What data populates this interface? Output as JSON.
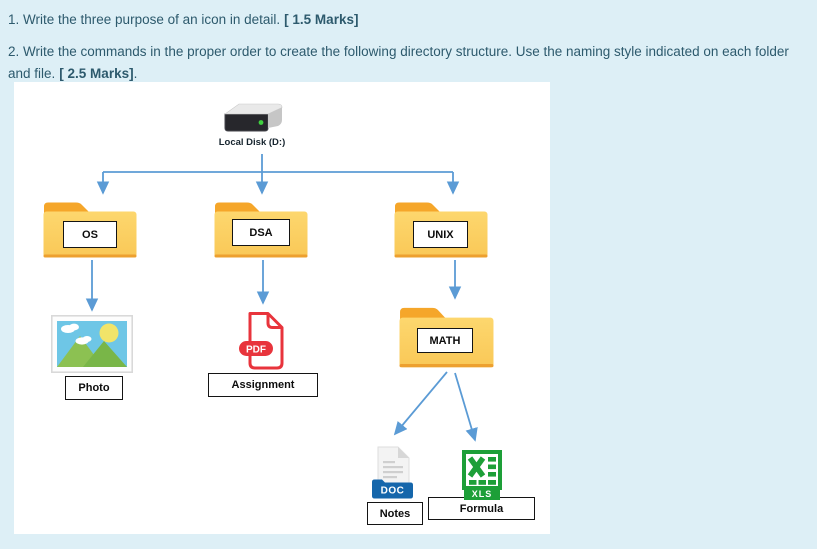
{
  "questions": [
    {
      "lead": "1. Write the three purpose of an icon in detail.",
      "marks": "[ 1.5 Marks]",
      "tail": ""
    },
    {
      "lead": "2. Write the commands in the proper order to create the following directory structure. Use the naming style indicated on each folder and file.",
      "marks": "[ 2.5 Marks]",
      "tail": "."
    }
  ],
  "diagram": {
    "root_label": "Local Disk (D:)",
    "folders": {
      "os": "OS",
      "dsa": "DSA",
      "unix": "UNIX",
      "math": "MATH"
    },
    "files": {
      "photo": "Photo",
      "assignment": "Assignment",
      "notes": "Notes",
      "formula": "Formula"
    },
    "badges": {
      "pdf": "PDF",
      "doc": "DOC",
      "xls": "XLS"
    },
    "icon_names": [
      "hard-drive-icon",
      "folder-icon",
      "image-icon",
      "pdf-file-icon",
      "doc-file-icon",
      "xls-file-icon"
    ],
    "colors": {
      "page_background": "#ddeff6",
      "question_text": "#2d5a6d",
      "connector_blue": "#5b9bd5",
      "folder_body": "#fcd369",
      "folder_tab": "#f5a62a",
      "pdf_red": "#e8343c",
      "doc_blue": "#1566ab",
      "xls_green": "#1d9f38"
    }
  }
}
